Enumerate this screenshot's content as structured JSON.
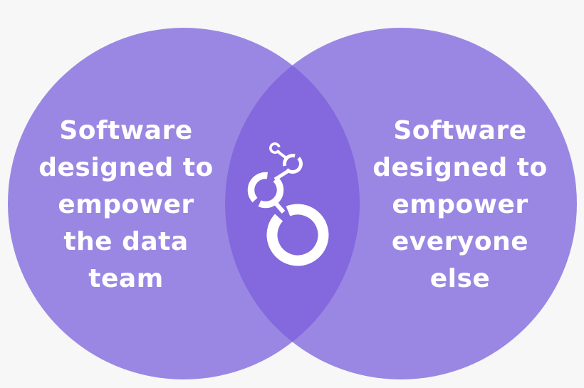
{
  "colors": {
    "background": "#f7f7f7",
    "circle_fill": "#9a87e3",
    "overlap_fill": "#8468dd",
    "text": "#ffffff",
    "logo": "#ffffff"
  },
  "venn": {
    "left": {
      "lines": [
        "Software",
        "designed to",
        "empower",
        "the data",
        "team"
      ]
    },
    "right": {
      "lines": [
        "Software",
        "designed to",
        "empower",
        "everyone",
        "else"
      ]
    },
    "center": {
      "icon": "looker-logo-icon"
    }
  }
}
